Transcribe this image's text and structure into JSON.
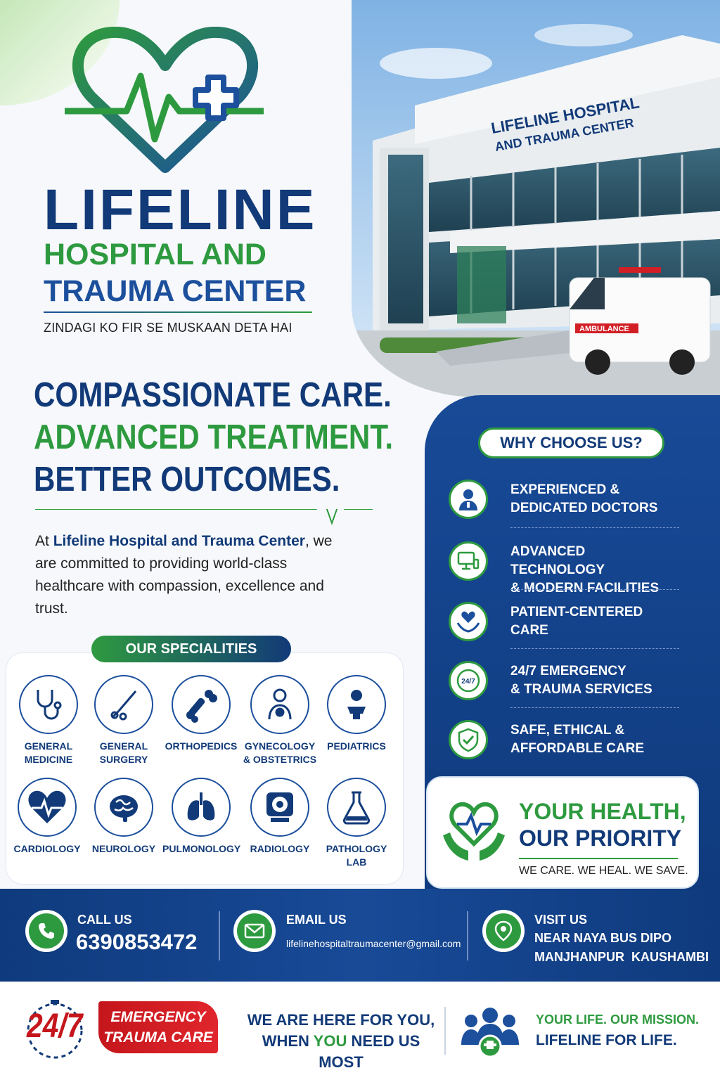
{
  "brand": {
    "line1": "LIFELINE",
    "line2": "HOSPITAL AND",
    "line3": "TRAUMA CENTER",
    "tagline": "ZINDAGI KO FIR SE MUSKAAN DETA HAI"
  },
  "photo": {
    "sign_line1": "LIFELINE HOSPITAL",
    "sign_line2": "AND TRAUMA CENTER",
    "ambulance_label": "AMBULANCE"
  },
  "headline": {
    "line1": "COMPASSIONATE CARE.",
    "line2": "ADVANCED TREATMENT.",
    "line3": "BETTER OUTCOMES."
  },
  "intro": {
    "prefix": "At ",
    "highlight": "Lifeline Hospital and Trauma Center",
    "rest": ", we are committed to providing world-class healthcare with compassion, excellence and trust."
  },
  "specialities": {
    "title": "OUR SPECIALITIES",
    "items": [
      {
        "label": "GENERAL MEDICINE",
        "icon": "stethoscope-icon"
      },
      {
        "label": "GENERAL SURGERY",
        "icon": "scalpel-icon"
      },
      {
        "label": "ORTHOPEDICS",
        "icon": "bone-icon"
      },
      {
        "label": "GYNECOLOGY & OBSTETRICS",
        "icon": "mother-baby-icon"
      },
      {
        "label": "PEDIATRICS",
        "icon": "child-icon"
      },
      {
        "label": "CARDIOLOGY",
        "icon": "heart-pulse-icon"
      },
      {
        "label": "NEUROLOGY",
        "icon": "brain-icon"
      },
      {
        "label": "PULMONOLOGY",
        "icon": "lungs-icon"
      },
      {
        "label": "RADIOLOGY",
        "icon": "scanner-icon"
      },
      {
        "label": "PATHOLOGY LAB",
        "icon": "flask-icon"
      }
    ]
  },
  "why": {
    "title": "WHY CHOOSE US?",
    "items": [
      {
        "line1": "EXPERIENCED &",
        "line2": "DEDICATED DOCTORS",
        "icon": "doctor-icon"
      },
      {
        "line1": "ADVANCED TECHNOLOGY",
        "line2": "& MODERN FACILITIES",
        "icon": "monitor-icon"
      },
      {
        "line1": "PATIENT-CENTERED",
        "line2": "CARE",
        "icon": "hands-heart-icon"
      },
      {
        "line1": "24/7 EMERGENCY",
        "line2": "& TRAUMA SERVICES",
        "icon": "clock-247-icon",
        "badge": "24/7"
      },
      {
        "line1": "SAFE, ETHICAL &",
        "line2": "AFFORDABLE CARE",
        "icon": "shield-check-icon"
      }
    ]
  },
  "priority": {
    "line1": "YOUR HEALTH,",
    "line2": "OUR PRIORITY",
    "line3": "WE CARE. WE HEAL. WE SAVE."
  },
  "contact": {
    "call_label": "CALL US",
    "call_value": "6390853472",
    "email_label": "EMAIL US",
    "email_value": "lifelinehospitaltraumacenter@gmail.com",
    "visit_label": "VISIT US",
    "visit_line1": "NEAR NAYA BUS DIPO",
    "visit_line2": "MANJHANPUR  KAUSHAMBI"
  },
  "footer": {
    "badge": "24/7",
    "emergency_line1": "EMERGENCY",
    "emergency_line2": "TRAUMA CARE",
    "here_prefix": "WE ARE HERE FOR YOU,",
    "here_when": "WHEN ",
    "here_you": "YOU",
    "here_rest": " NEED US MOST",
    "mission1": "YOUR LIFE. OUR MISSION.",
    "mission2": "LIFELINE FOR LIFE."
  },
  "colors": {
    "navy": "#123a78",
    "green": "#2e9a3f",
    "red": "#c4161c"
  }
}
